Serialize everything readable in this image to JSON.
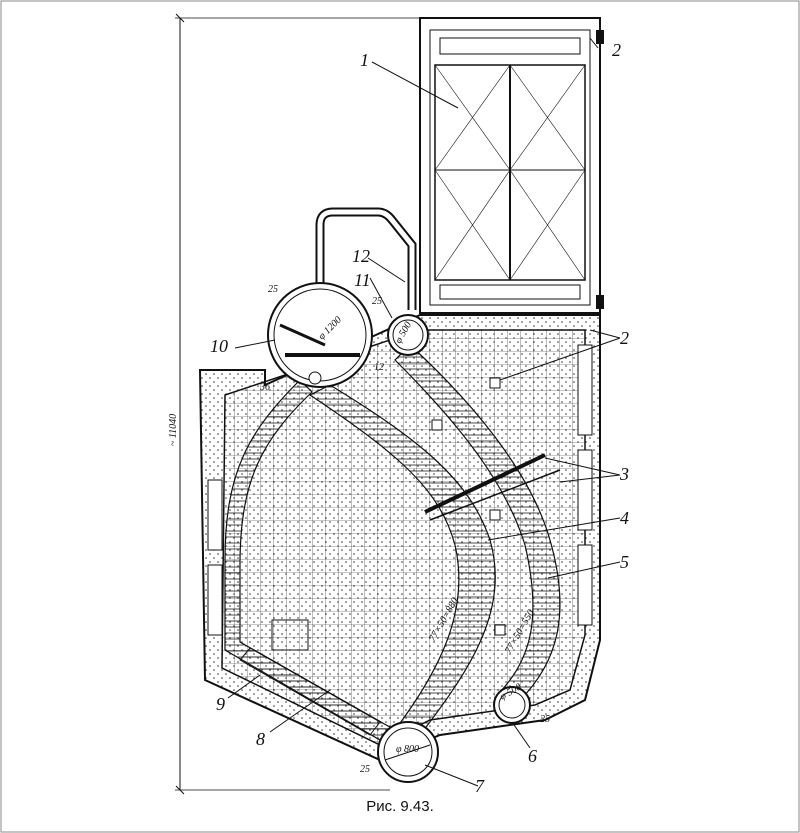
{
  "caption": "Рис. 9.43.",
  "labels": {
    "l1": "1",
    "l2a": "2",
    "l2b": "2",
    "l3": "3",
    "l4": "4",
    "l5": "5",
    "l6": "6",
    "l7": "7",
    "l8": "8",
    "l9": "9",
    "l10": "10",
    "l11": "11",
    "l12": "12"
  },
  "dims": {
    "height": "~ 11040",
    "drum_top_diam": "φ 1200",
    "drum_small_diam": "φ 500",
    "drum_bottom_diam": "φ 800",
    "drum_right_diam": "φ 500",
    "t25a": "25",
    "t25b": "25",
    "t25c": "25",
    "t25d": "25",
    "t36": "36",
    "t12": "12",
    "tubes_left": "77×50=880",
    "tubes_right": "77×50=550"
  },
  "colors": {
    "ink": "#111111",
    "paper": "#ffffff"
  }
}
